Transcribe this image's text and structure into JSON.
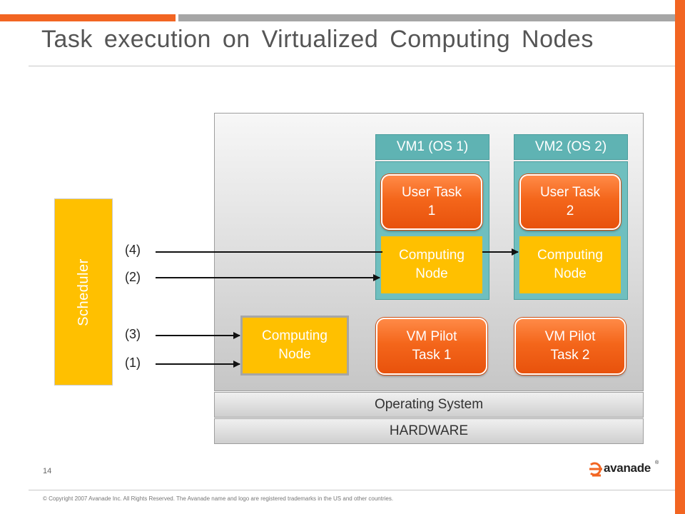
{
  "title": "Task execution on Virtualized Computing Nodes",
  "scheduler_label": "Scheduler",
  "steps": {
    "s4": "(4)",
    "s2": "(2)",
    "s3": "(3)",
    "s1": "(1)"
  },
  "vm1": {
    "header": "VM1 (OS 1)",
    "user_task": [
      "User Task",
      "1"
    ],
    "computing_node": [
      "Computing",
      "Node"
    ]
  },
  "vm2": {
    "header": "VM2 (OS 2)",
    "user_task": [
      "User Task",
      "2"
    ],
    "computing_node": [
      "Computing",
      "Node"
    ]
  },
  "host_computing_node": [
    "Computing",
    "Node"
  ],
  "pilot1": [
    "VM Pilot",
    "Task 1"
  ],
  "pilot2": [
    "VM Pilot",
    "Task 2"
  ],
  "os_label": "Operating System",
  "hardware_label": "HARDWARE",
  "page_number": "14",
  "copyright": "© Copyright 2007 Avanade Inc. All Rights Reserved. The Avanade name and logo are registered trademarks in the US and other countries.",
  "logo_text": "avanade",
  "logo_reg": "®",
  "colors": {
    "accent_orange": "#f26522",
    "node_yellow": "#ffc000",
    "vm_teal": "#6fbfbf",
    "task_orange": "#f4661b"
  }
}
